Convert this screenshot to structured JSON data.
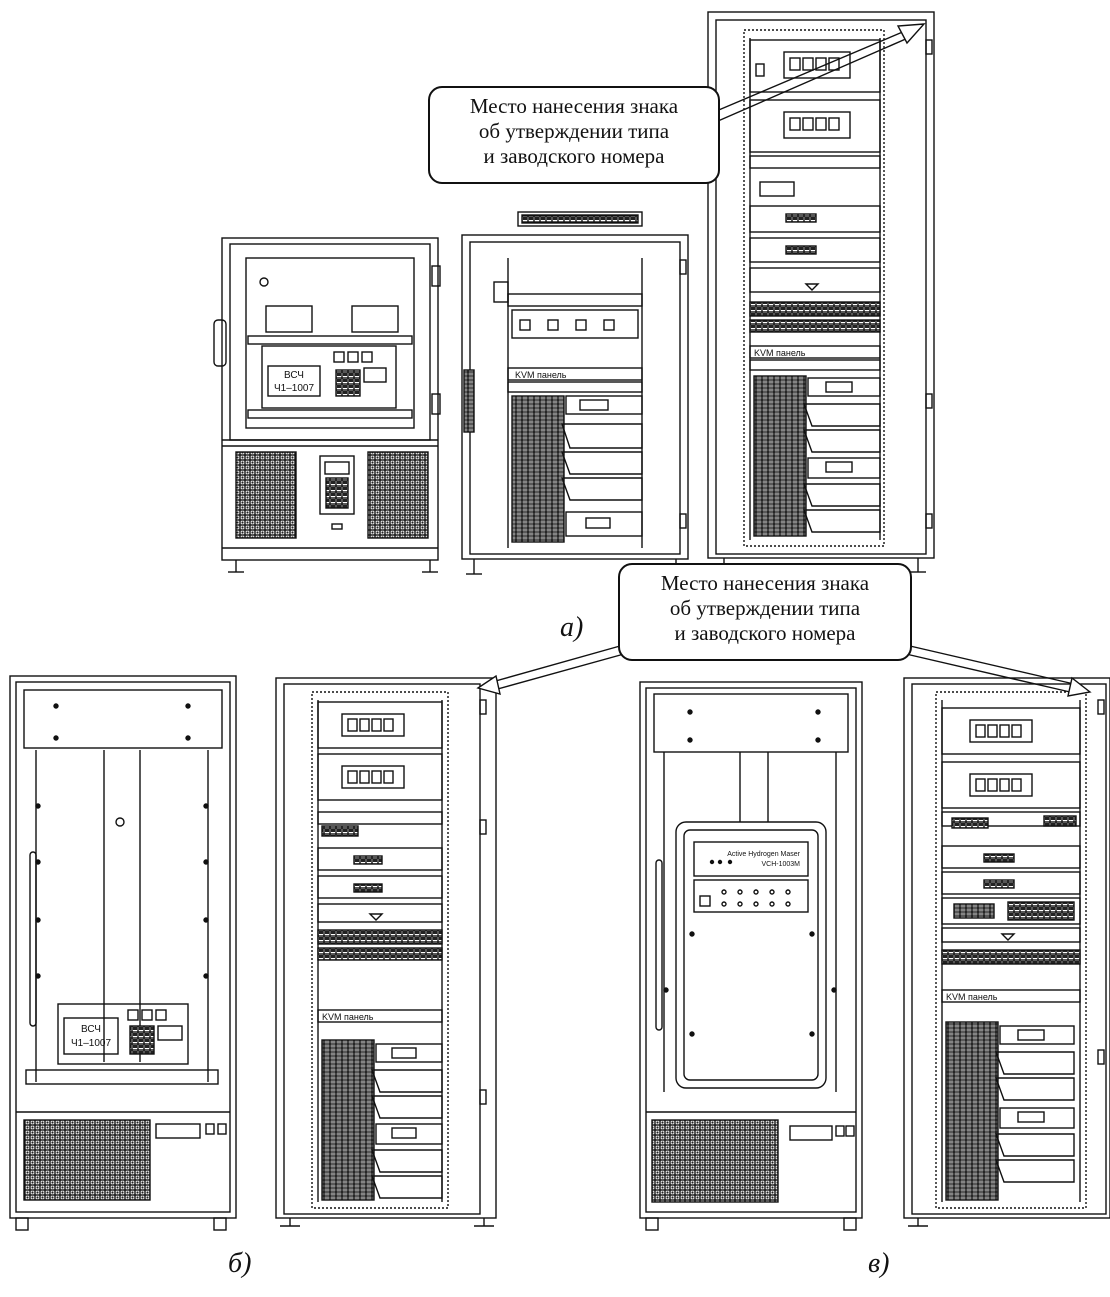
{
  "callouts": [
    {
      "lines": [
        "Место нанесения знака",
        "об утверждении типа",
        "и заводского номера"
      ]
    },
    {
      "lines": [
        "Место нанесения знака",
        "об утверждении типа",
        "и заводского номера"
      ]
    }
  ],
  "figure_labels": {
    "a": "а)",
    "b": "б)",
    "c": "в)"
  },
  "device_labels": {
    "vch_name": "ВСЧ",
    "vch_model": "Ч1–1007",
    "kvm": "KVM панель",
    "hydrogen_line1": "Active Hydrogen Maser",
    "hydrogen_line2": "VCH-1003M"
  },
  "colors": {
    "ink": "#111111",
    "paper": "#ffffff"
  }
}
